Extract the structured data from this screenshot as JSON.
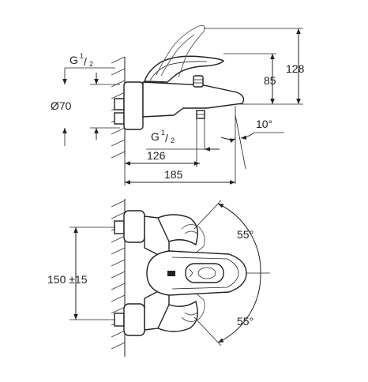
{
  "side_view": {
    "height_total": "128",
    "height_outlet": "85",
    "diameter": "Ø70",
    "thread_top": {
      "prefix": "G",
      "num": "1",
      "den": "2"
    },
    "thread_bottom": {
      "prefix": "G",
      "num": "1",
      "den": "2"
    },
    "angle": "10°",
    "depth_outlet": "126",
    "depth_total": "185"
  },
  "top_view": {
    "spacing": "150 ±15",
    "angle_up": "55°",
    "angle_down": "55°"
  }
}
